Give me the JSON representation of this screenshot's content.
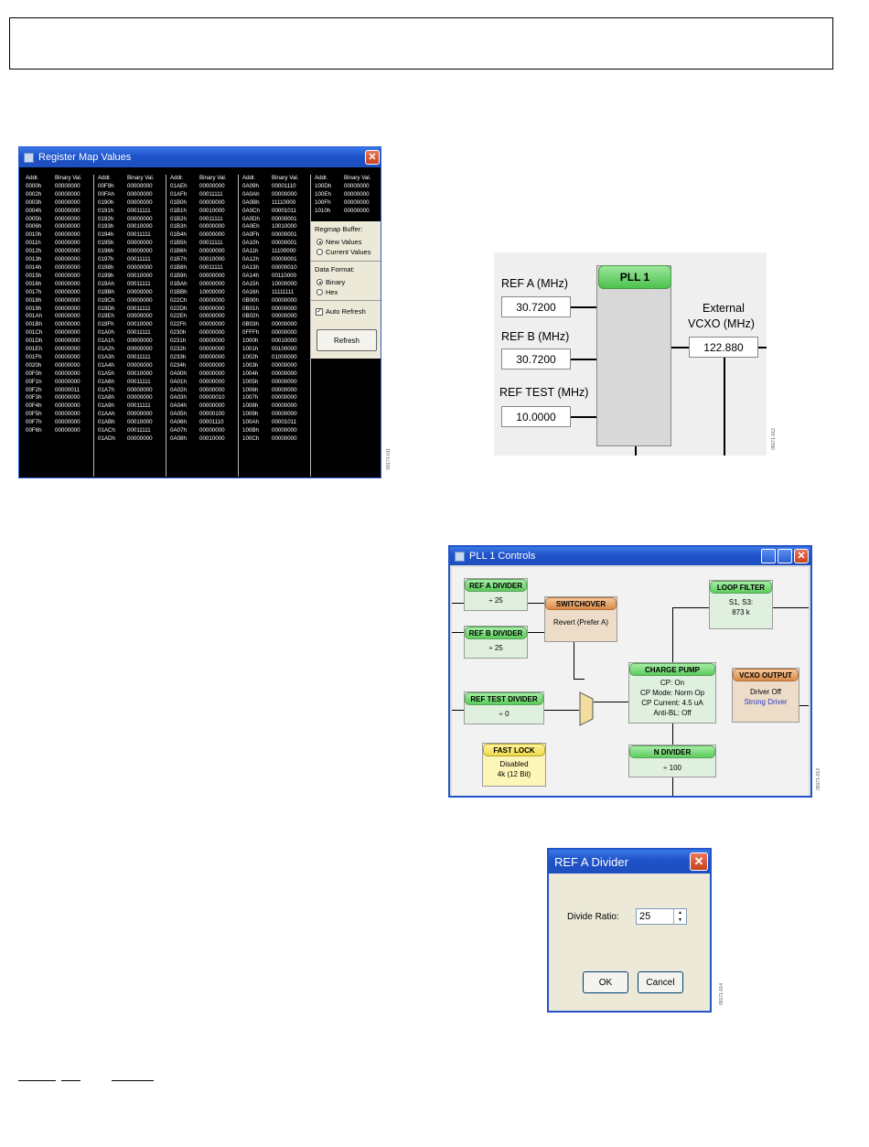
{
  "figure_ids": {
    "register_map": "09171-011",
    "pll_panel": "09171-012",
    "pll_controls": "09171-013",
    "ref_a_divider": "09171-014"
  },
  "register_map_window": {
    "title": "Register Map Values",
    "header_addr": "Addr.",
    "header_binary": "Binary Val.",
    "columns": [
      {
        "rows": [
          [
            "0000h",
            "00000000"
          ],
          [
            "0002h",
            "00000000"
          ],
          [
            "0003h",
            "00000000"
          ],
          [
            "0004h",
            "00000000"
          ],
          [
            "0005h",
            "00000000"
          ],
          [
            "0006h",
            "00000000"
          ],
          [
            "0010h",
            "00000000"
          ],
          [
            "0011h",
            "00000000"
          ],
          [
            "0012h",
            "00000000"
          ],
          [
            "0013h",
            "00000000"
          ],
          [
            "0014h",
            "00000000"
          ],
          [
            "0015h",
            "00000000"
          ],
          [
            "0016h",
            "00000000"
          ],
          [
            "0017h",
            "00000000"
          ],
          [
            "0018h",
            "00000000"
          ],
          [
            "0019h",
            "00000000"
          ],
          [
            "001Ah",
            "00000000"
          ],
          [
            "001Bh",
            "00000000"
          ],
          [
            "001Ch",
            "00000000"
          ],
          [
            "001Dh",
            "00000000"
          ],
          [
            "001Eh",
            "00000000"
          ],
          [
            "001Fh",
            "00000000"
          ],
          [
            "0020h",
            "00000000"
          ],
          [
            "00F0h",
            "00000000"
          ],
          [
            "00F1h",
            "00000000"
          ],
          [
            "00F2h",
            "00000011"
          ],
          [
            "00F3h",
            "00000000"
          ],
          [
            "00F4h",
            "00000000"
          ],
          [
            "00F5h",
            "00000000"
          ],
          [
            "00F7h",
            "00000000"
          ],
          [
            "00F6h",
            "00000000"
          ]
        ]
      },
      {
        "rows": [
          [
            "00F9h",
            "00000000"
          ],
          [
            "00FAh",
            "00000000"
          ],
          [
            "0190h",
            "00000000"
          ],
          [
            "0191h",
            "00011111"
          ],
          [
            "0192h",
            "00000000"
          ],
          [
            "0193h",
            "00010000"
          ],
          [
            "0194h",
            "00011111"
          ],
          [
            "0195h",
            "00000000"
          ],
          [
            "0196h",
            "00000000"
          ],
          [
            "0197h",
            "00011111"
          ],
          [
            "0198h",
            "00000000"
          ],
          [
            "0199h",
            "00010000"
          ],
          [
            "019Ah",
            "00011111"
          ],
          [
            "019Bh",
            "00000000"
          ],
          [
            "019Ch",
            "00000000"
          ],
          [
            "019Dh",
            "00011111"
          ],
          [
            "019Eh",
            "00000000"
          ],
          [
            "019Fh",
            "00010000"
          ],
          [
            "01A0h",
            "00011111"
          ],
          [
            "01A1h",
            "00000000"
          ],
          [
            "01A2h",
            "00000000"
          ],
          [
            "01A3h",
            "00011111"
          ],
          [
            "01A4h",
            "00000000"
          ],
          [
            "01A5h",
            "00010000"
          ],
          [
            "01A6h",
            "00011111"
          ],
          [
            "01A7h",
            "00000000"
          ],
          [
            "01A8h",
            "00000000"
          ],
          [
            "01A9h",
            "00011111"
          ],
          [
            "01AAh",
            "00000000"
          ],
          [
            "01ABh",
            "00010000"
          ],
          [
            "01ACh",
            "00011111"
          ],
          [
            "01ADh",
            "00000000"
          ]
        ]
      },
      {
        "rows": [
          [
            "01AEh",
            "00000000"
          ],
          [
            "01AFh",
            "00011111"
          ],
          [
            "01B0h",
            "00000000"
          ],
          [
            "01B1h",
            "00010000"
          ],
          [
            "01B2h",
            "00011111"
          ],
          [
            "01B3h",
            "00000000"
          ],
          [
            "01B4h",
            "00000000"
          ],
          [
            "01B5h",
            "00011111"
          ],
          [
            "01B6h",
            "00000000"
          ],
          [
            "01B7h",
            "00010000"
          ],
          [
            "01B8h",
            "00011111"
          ],
          [
            "01B9h",
            "00000000"
          ],
          [
            "01BAh",
            "00000000"
          ],
          [
            "01BBh",
            "10000000"
          ],
          [
            "022Ch",
            "00000000"
          ],
          [
            "022Dh",
            "00000000"
          ],
          [
            "022Eh",
            "00000000"
          ],
          [
            "022Fh",
            "00000000"
          ],
          [
            "0230h",
            "00000000"
          ],
          [
            "0231h",
            "00000000"
          ],
          [
            "0232h",
            "00000000"
          ],
          [
            "0233h",
            "00000000"
          ],
          [
            "0234h",
            "00000000"
          ],
          [
            "0A00h",
            "00000000"
          ],
          [
            "0A01h",
            "00000000"
          ],
          [
            "0A02h",
            "00000000"
          ],
          [
            "0A03h",
            "00000010"
          ],
          [
            "0A04h",
            "00000000"
          ],
          [
            "0A05h",
            "00000100"
          ],
          [
            "0A06h",
            "00001110"
          ],
          [
            "0A07h",
            "00000000"
          ],
          [
            "0A08h",
            "00010000"
          ]
        ]
      },
      {
        "rows": [
          [
            "0A09h",
            "00001110"
          ],
          [
            "0A0Ah",
            "00000000"
          ],
          [
            "0A0Bh",
            "11110000"
          ],
          [
            "0A0Ch",
            "00001011"
          ],
          [
            "0A0Dh",
            "00000001"
          ],
          [
            "0A0Eh",
            "10010000"
          ],
          [
            "0A0Fh",
            "00000001"
          ],
          [
            "0A10h",
            "00000001"
          ],
          [
            "0A11h",
            "11100000"
          ],
          [
            "0A12h",
            "00000001"
          ],
          [
            "0A13h",
            "00000010"
          ],
          [
            "0A14h",
            "00110000"
          ],
          [
            "0A15h",
            "10000000"
          ],
          [
            "0A16h",
            "11111111"
          ],
          [
            "0B00h",
            "00000000"
          ],
          [
            "0B01h",
            "00000000"
          ],
          [
            "0B02h",
            "00000000"
          ],
          [
            "0B03h",
            "00000000"
          ],
          [
            "0FFFh",
            "00000000"
          ],
          [
            "1000h",
            "00010000"
          ],
          [
            "1001h",
            "00100000"
          ],
          [
            "1002h",
            "01000000"
          ],
          [
            "1003h",
            "00000000"
          ],
          [
            "1004h",
            "00000000"
          ],
          [
            "1005h",
            "00000000"
          ],
          [
            "1006h",
            "00000000"
          ],
          [
            "1007h",
            "00000000"
          ],
          [
            "1008h",
            "00000000"
          ],
          [
            "1009h",
            "00000000"
          ],
          [
            "100Ah",
            "00001011"
          ],
          [
            "100Bh",
            "00000000"
          ],
          [
            "100Ch",
            "00000000"
          ]
        ]
      },
      {
        "rows": [
          [
            "100Dh",
            "00000000"
          ],
          [
            "100Eh",
            "00000000"
          ],
          [
            "100Fh",
            "00000000"
          ],
          [
            "1010h",
            "00000000"
          ]
        ]
      }
    ],
    "panel": {
      "regmap_buffer_label": "Regmap Buffer:",
      "new_values": "New Values",
      "current_values": "Current Values",
      "data_format_label": "Data Format:",
      "binary": "Binary",
      "hex": "Hex",
      "auto_refresh": "Auto Refresh",
      "refresh_button": "Refresh"
    }
  },
  "pll_panel": {
    "ref_a_label": "REF A (MHz)",
    "ref_a_value": "30.7200",
    "ref_b_label": "REF B (MHz)",
    "ref_b_value": "30.7200",
    "ref_test_label": "REF TEST (MHz)",
    "ref_test_value": "10.0000",
    "block_title": "PLL 1",
    "vcxo_label_1": "External",
    "vcxo_label_2": "VCXO (MHz)",
    "vcxo_value": "122.880"
  },
  "pll_controls_window": {
    "title": "PLL 1  Controls",
    "ref_a_divider": {
      "title": "REF A DIVIDER",
      "value": "÷  25"
    },
    "ref_b_divider": {
      "title": "REF B DIVIDER",
      "value": "÷  25"
    },
    "ref_test_divider": {
      "title": "REF TEST DIVIDER",
      "value": "÷  0"
    },
    "switchover": {
      "title": "SWITCHOVER",
      "value": "Revert (Prefer A)"
    },
    "loop_filter": {
      "title": "LOOP FILTER",
      "line1": "S1, S3:",
      "line2": "873 k"
    },
    "charge_pump": {
      "title": "CHARGE PUMP",
      "line1": "CP: On",
      "line2": "CP Mode: Norm Op",
      "line3": "CP Current: 4.5 uA",
      "line4": "Anti-BL: Off"
    },
    "vcxo_output": {
      "title": "VCXO OUTPUT",
      "line1": "Driver Off",
      "line2": "Strong Driver"
    },
    "fast_lock": {
      "title": "FAST LOCK",
      "line1": "Disabled",
      "line2": "4k (12 Bit)"
    },
    "n_divider": {
      "title": "N DIVIDER",
      "value": "÷  100"
    }
  },
  "ref_a_dialog": {
    "title": "REF A Divider",
    "divide_ratio_label": "Divide Ratio:",
    "divide_ratio_value": "25",
    "ok": "OK",
    "cancel": "Cancel"
  },
  "colors": {
    "xp_title_blue": "#1f52c8",
    "green_header": "#5bcc5b",
    "orange_header": "#d98a48",
    "yellow_header": "#eedb4a",
    "strong_driver_text": "#2a3ad2"
  }
}
